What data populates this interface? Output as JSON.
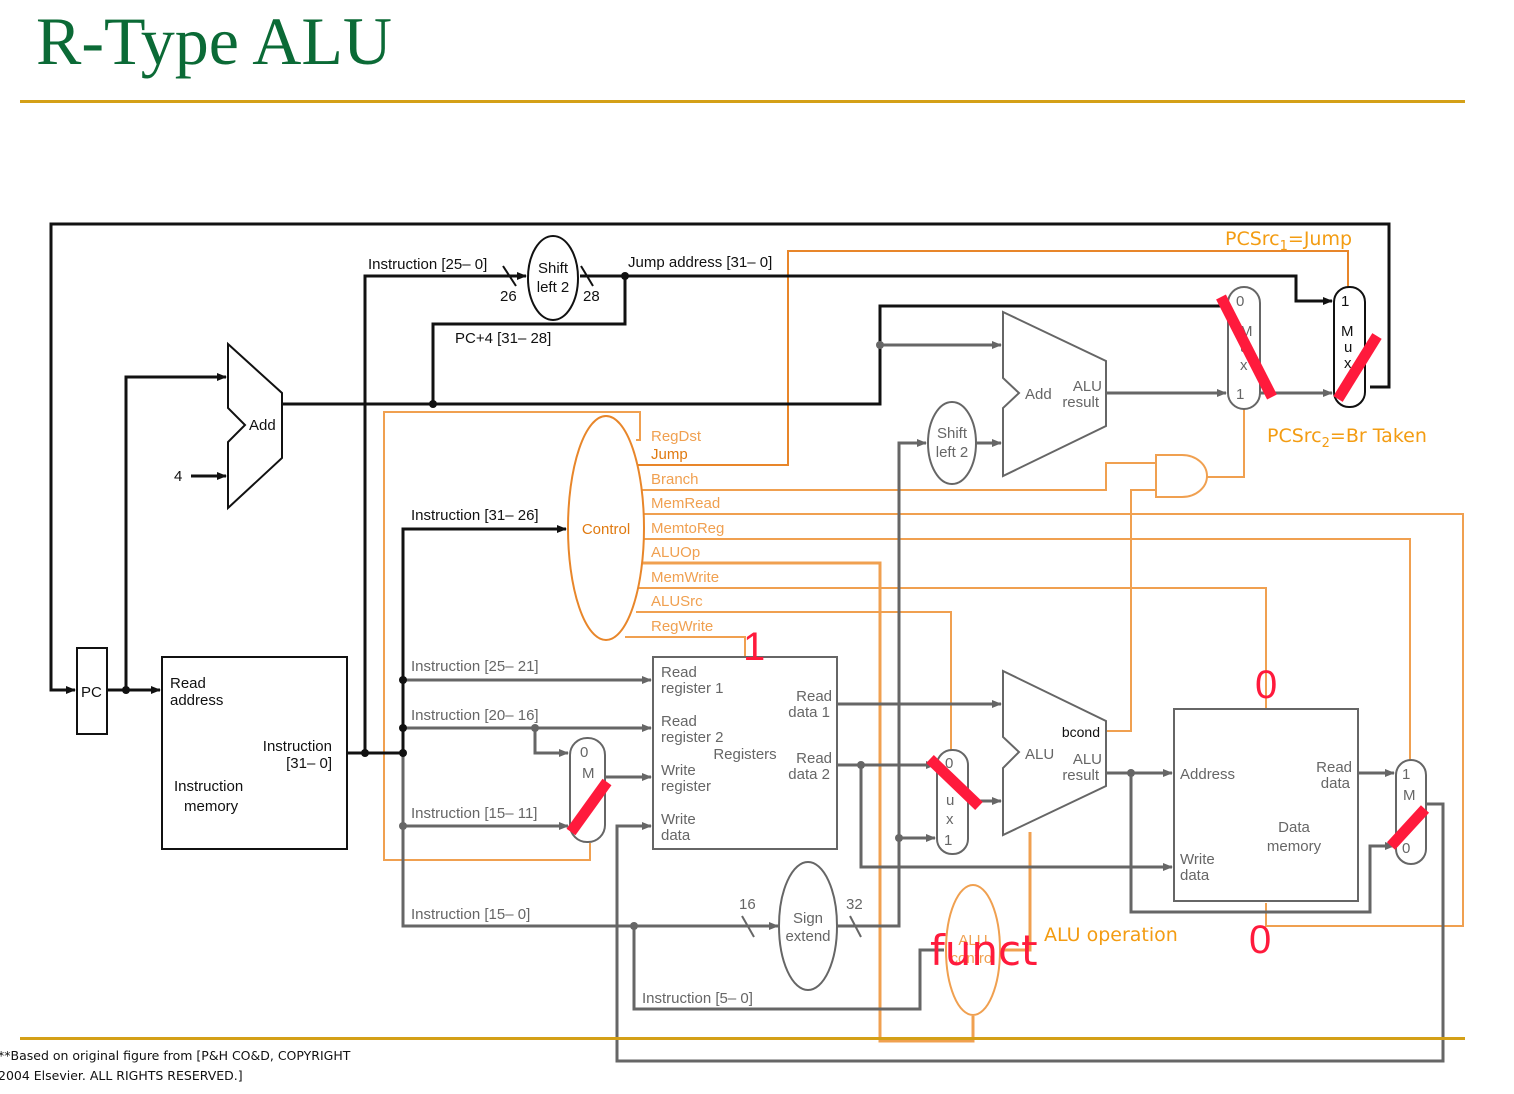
{
  "slide": {
    "title": "R-Type ALU",
    "footnote_line1": "**Based on original figure from [P&H CO&D, COPYRIGHT",
    "footnote_line2": "2004 Elsevier. ALL RIGHTS RESERVED.]"
  },
  "colors": {
    "title": "#0b6a36",
    "rule": "#d4a017",
    "datapath_active": "#111111",
    "datapath_inactive": "#666666",
    "control": "#f0a050",
    "annotation": "#ff1a3c"
  },
  "components": {
    "pc": "PC",
    "pc_adder": "Add",
    "constant_four": "4",
    "instr_mem": {
      "read_address_1": "Read",
      "read_address_2": "address",
      "out_1": "Instruction",
      "out_2": "[31– 0]",
      "name_1": "Instruction",
      "name_2": "memory"
    },
    "shift_left_jump": {
      "line1": "Shift",
      "line2": "left 2"
    },
    "control": "Control",
    "registers": {
      "rr1_a": "Read",
      "rr1_b": "register 1",
      "rr2_a": "Read",
      "rr2_b": "register 2",
      "wr_a": "Write",
      "wr_b": "register",
      "wd_a": "Write",
      "wd_b": "data",
      "rd1_a": "Read",
      "rd1_b": "data 1",
      "rd2_a": "Read",
      "rd2_b": "data 2",
      "name": "Registers"
    },
    "sign_extend": {
      "line1": "Sign",
      "line2": "extend",
      "in_width": "16",
      "out_width": "32"
    },
    "shift_left_branch": {
      "line1": "Shift",
      "line2": "left 2"
    },
    "branch_adder": {
      "name": "Add",
      "out_1": "ALU",
      "out_2": "result"
    },
    "alu": {
      "name": "ALU",
      "bcond": "bcond",
      "out_1": "ALU",
      "out_2": "result"
    },
    "alu_control": {
      "line1": "ALU",
      "line2": "control"
    },
    "data_memory": {
      "address": "Address",
      "wd_a": "Write",
      "wd_b": "data",
      "rd_a": "Read",
      "rd_b": "data",
      "name_1": "Data",
      "name_2": "memory"
    },
    "mux_letters": [
      "M",
      "u",
      "x"
    ],
    "mux_in0": "0",
    "mux_in1": "1"
  },
  "wires": {
    "instr_25_0": "Instruction [25– 0]",
    "width_26": "26",
    "width_28": "28",
    "jump_address": "Jump address [31– 0]",
    "pc4_31_28": "PC+4 [31– 28]",
    "instr_31_26": "Instruction [31– 26]",
    "instr_25_21": "Instruction [25– 21]",
    "instr_20_16": "Instruction [20– 16]",
    "instr_15_11": "Instruction [15– 11]",
    "instr_15_0": "Instruction [15– 0]",
    "instr_5_0": "Instruction [5– 0]"
  },
  "control_signals": [
    "RegDst",
    "Jump",
    "Branch",
    "MemRead",
    "MemtoReg",
    "ALUOp",
    "MemWrite",
    "ALUSrc",
    "RegWrite"
  ],
  "annotations": {
    "pcsrc1_pre": "PCSrc",
    "pcsrc1_sub": "1",
    "pcsrc1_post": "=Jump",
    "pcsrc2_pre": "PCSrc",
    "pcsrc2_sub": "2",
    "pcsrc2_post": "=Br Taken",
    "alu_operation": "ALU operation",
    "regwrite_value": "1",
    "memread_value": "0",
    "memwrite_value": "0",
    "funct": "funct"
  }
}
